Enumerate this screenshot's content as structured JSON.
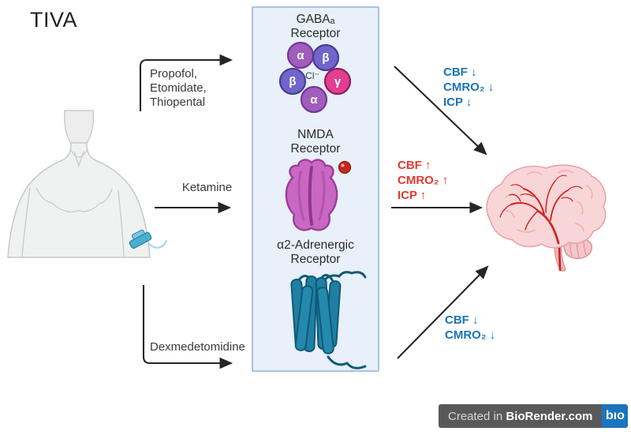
{
  "title": "TIVA",
  "drugs": {
    "gaba_agonists": {
      "lines": [
        "Propofol,",
        "Etomidate,",
        "Thiopental"
      ]
    },
    "nmda_antagonist": {
      "label": "Ketamine"
    },
    "alpha2_agonist": {
      "label": "Dexmedetomidine"
    }
  },
  "panel": {
    "gaba": {
      "title_line1": "GABAₐ",
      "title_line2": "Receptor",
      "subunits": [
        "α",
        "β",
        "β",
        "γ",
        "α"
      ],
      "channel_label": "Cl⁻"
    },
    "nmda": {
      "title_line1": "NMDA",
      "title_line2": "Receptor"
    },
    "alpha2": {
      "title_line1": "α2-Adrenergic",
      "title_line2": "Receptor"
    }
  },
  "effects": {
    "gaba": {
      "lines": [
        "CBF ↓",
        "CMRO₂ ↓",
        "ICP ↓"
      ],
      "color": "#1b74b8"
    },
    "nmda": {
      "lines": [
        "CBF ↑",
        "CMRO₂ ↑",
        "ICP ↑"
      ],
      "color": "#e23b30"
    },
    "alpha2": {
      "lines": [
        "CBF ↓",
        "CMRO₂ ↓"
      ],
      "color": "#1b74b8"
    }
  },
  "badge": {
    "prefix": "Created in ",
    "brand": "BioRender.com",
    "logo": "bıo"
  },
  "colors": {
    "panel_fill": "#e8f0fa",
    "panel_border": "#a9c3e2",
    "alpha_subunit": "#a05dbc",
    "beta_subunit": "#7165cb",
    "gamma_subunit": "#e23e92",
    "nmda_receptor": "#c968c2",
    "ligand_red": "#c9271d",
    "alpha2_receptor": "#1f7fa3",
    "brain_pink": "#f8d6d8",
    "artery_red": "#d2231f",
    "arrow": "#262626",
    "badge_gray": "#58595b",
    "badge_blue": "#1b75bc"
  }
}
